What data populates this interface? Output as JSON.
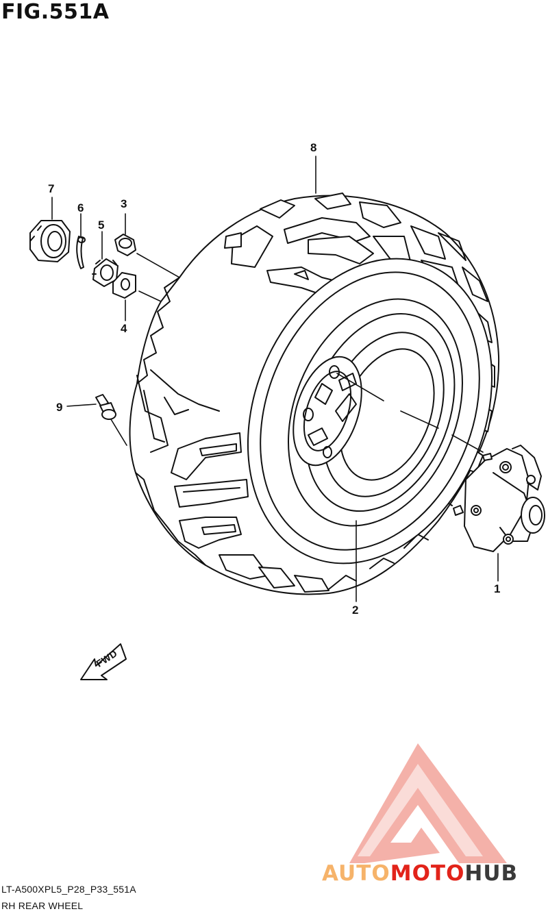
{
  "figure": {
    "title": "FIG.551A"
  },
  "callouts": [
    {
      "id": "1",
      "label": "1"
    },
    {
      "id": "2",
      "label": "2"
    },
    {
      "id": "3",
      "label": "3"
    },
    {
      "id": "4",
      "label": "4"
    },
    {
      "id": "5",
      "label": "5"
    },
    {
      "id": "6",
      "label": "6"
    },
    {
      "id": "7",
      "label": "7"
    },
    {
      "id": "8",
      "label": "8"
    },
    {
      "id": "9",
      "label": "9"
    }
  ],
  "fwd_arrow": {
    "label": "FWD"
  },
  "footer": {
    "code": "LT-A500XPL5_P28_P33_551A",
    "caption": "RH REAR WHEEL"
  },
  "watermark": {
    "part1": "AUTO",
    "part2": "MOTO",
    "part3": "HUB"
  },
  "colors": {
    "line": "#111111",
    "watermark_triangle": "#f2a39a",
    "watermark_auto": "#f6b36a",
    "watermark_moto": "#e2231a",
    "watermark_hub": "#3a3a3a"
  }
}
